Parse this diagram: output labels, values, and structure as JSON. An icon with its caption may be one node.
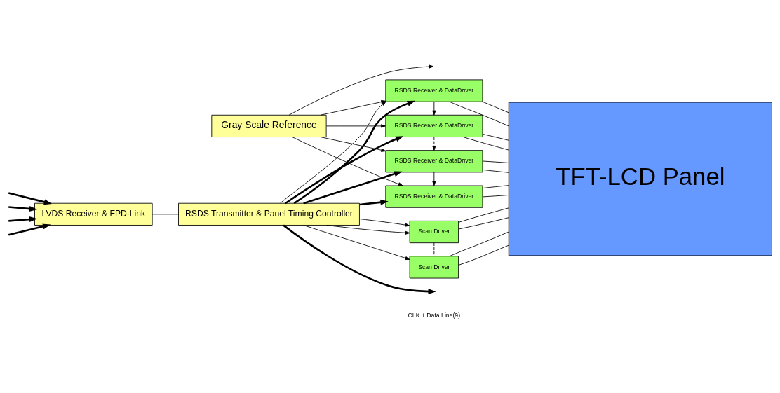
{
  "diagram": {
    "nodes": [
      {
        "text": [
          "Gray Scale Reference"
        ]
      },
      {
        "text": [
          "LVDS Receiver & FPD-Link"
        ]
      },
      {
        "text": [
          "RSDS Transmitter & Panel Timing Controller"
        ]
      },
      {
        "text": [
          "RSDS Receiver & DataDriver"
        ]
      },
      {
        "text": [
          "RSDS Receiver & DataDriver"
        ]
      },
      {
        "text": [
          "RSDS Receiver & DataDriver"
        ]
      },
      {
        "text": [
          "RSDS Receiver & DataDriver"
        ]
      },
      {
        "text": [
          "Scan Driver"
        ]
      },
      {
        "text": [
          "Scan Driver"
        ]
      },
      {
        "text": [
          "TFT-LCD Panel"
        ]
      }
    ],
    "edges": [
      {
        "from": null,
        "to": 1,
        "arrow": "to",
        "style": "thick"
      },
      {
        "from": null,
        "to": 1,
        "arrow": "to",
        "style": "thick"
      },
      {
        "from": null,
        "to": 1,
        "arrow": "to",
        "style": "thick"
      },
      {
        "from": null,
        "to": 1,
        "arrow": "to",
        "style": "thick"
      },
      {
        "from": 1,
        "to": 2,
        "arrow": "none"
      },
      {
        "from": 2,
        "to": 3,
        "arrow": "to",
        "style": "thick"
      },
      {
        "from": 2,
        "to": 4,
        "arrow": "to",
        "style": "thick"
      },
      {
        "from": 2,
        "to": null,
        "arrow": "to",
        "style": "thick"
      },
      {
        "from": 2,
        "to": 5,
        "arrow": "to",
        "style": "thick"
      },
      {
        "from": 2,
        "to": 6,
        "arrow": "to",
        "style": "thick"
      },
      {
        "from": 0,
        "to": 3,
        "arrow": "to"
      },
      {
        "from": 0,
        "to": 4,
        "arrow": "to"
      },
      {
        "from": 0,
        "to": null,
        "arrow": "to"
      },
      {
        "from": 0,
        "to": 5,
        "arrow": "to"
      },
      {
        "from": 0,
        "to": 6,
        "arrow": "to"
      },
      {
        "from": 2,
        "to": 3,
        "arrow": "to"
      },
      {
        "from": 3,
        "to": 4,
        "arrow": "to"
      },
      {
        "from": 4,
        "to": 5,
        "arrow": "to",
        "style": "dashed"
      },
      {
        "from": 5,
        "to": 6,
        "arrow": "to"
      },
      {
        "from": 2,
        "to": 7,
        "arrow": "to"
      },
      {
        "from": 2,
        "to": 7,
        "arrow": "to"
      },
      {
        "from": 2,
        "to": 8,
        "arrow": "to"
      },
      {
        "from": 7,
        "to": 8,
        "arrow": "none",
        "style": "dashed"
      },
      {
        "from": 3,
        "to": 9,
        "arrow": "none"
      },
      {
        "from": 3,
        "to": 9,
        "arrow": "none"
      },
      {
        "from": 4,
        "to": 9,
        "arrow": "none"
      },
      {
        "from": 4,
        "to": 9,
        "arrow": "none"
      },
      {
        "from": 5,
        "to": 9,
        "arrow": "none"
      },
      {
        "from": 5,
        "to": 9,
        "arrow": "none"
      },
      {
        "from": 6,
        "to": 9,
        "arrow": "none"
      },
      {
        "from": 6,
        "to": 9,
        "arrow": "none"
      },
      {
        "from": 7,
        "to": 9,
        "arrow": "none"
      },
      {
        "from": 7,
        "to": 9,
        "arrow": "none"
      },
      {
        "from": 8,
        "to": 9,
        "arrow": "none"
      },
      {
        "from": 8,
        "to": 9,
        "arrow": "none"
      }
    ],
    "labels": [
      "CLK + Data Line(9)"
    ]
  }
}
